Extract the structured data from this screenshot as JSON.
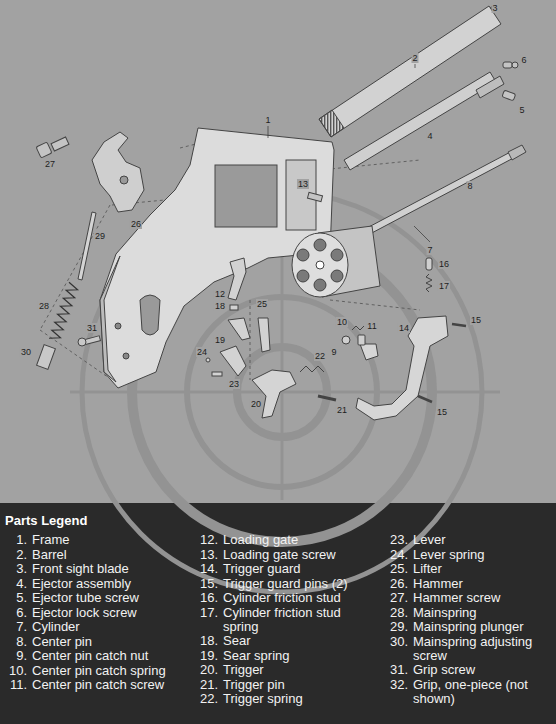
{
  "diagram": {
    "title": "Parts Legend",
    "labels": [
      "3",
      "2",
      "6",
      "5",
      "4",
      "8",
      "1",
      "27",
      "26",
      "13",
      "7",
      "16",
      "17",
      "29",
      "28",
      "30",
      "31",
      "12",
      "18",
      "19",
      "25",
      "24",
      "23",
      "22",
      "20",
      "21",
      "10",
      "9",
      "11",
      "14",
      "15",
      "15",
      "1.",
      "Frame",
      "2.",
      "Barrel",
      "3.",
      "Front sight blade",
      "4.",
      "Ejector assembly",
      "5.",
      "Ejector tube screw",
      "6.",
      "Ejector lock screw",
      "7.",
      "Cylinder",
      "8.",
      "Center pin",
      "9.",
      "Center pin catch nut",
      "10.",
      "Center pin catch spring",
      "11.",
      "Center pin catch screw",
      "12.",
      "Loading gate",
      "13.",
      "Loading gate screw",
      "14.",
      "Trigger guard",
      "15.",
      "Trigger guard pins (2)",
      "16.",
      "Cylinder friction stud",
      "17.",
      "Cylinder friction stud spring",
      "18.",
      "Sear",
      "19.",
      "Sear spring",
      "20.",
      "Trigger",
      "21.",
      "Trigger pin",
      "22.",
      "Trigger spring",
      "23.",
      "Lever",
      "24.",
      "Lever spring",
      "25.",
      "Lifter",
      "26.",
      "Hammer",
      "27.",
      "Hammer screw",
      "28.",
      "Mainspring",
      "29.",
      "Mainspring plunger",
      "30.",
      "Mainspring adjusting screw",
      "31.",
      "Grip screw",
      "32.",
      "Grip, one-piece (not shown)"
    ]
  }
}
